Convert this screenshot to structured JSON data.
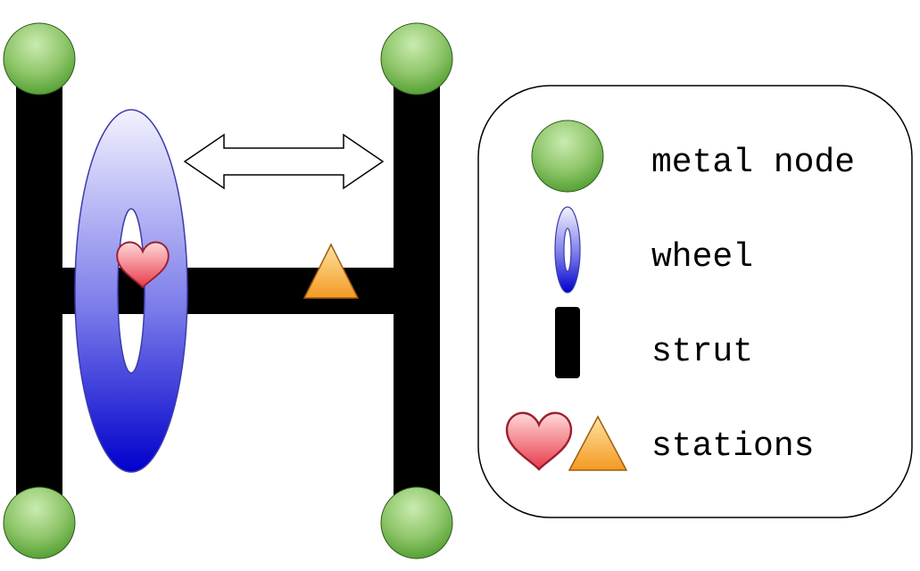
{
  "legend": {
    "items": [
      {
        "icon": "metal-node-icon",
        "label": "metal node"
      },
      {
        "icon": "wheel-icon",
        "label": "wheel"
      },
      {
        "icon": "strut-icon",
        "label": "strut"
      },
      {
        "icon": "stations-icon",
        "label": "stations"
      }
    ]
  },
  "colors": {
    "node_light": "#b5dd9c",
    "node_dark": "#4c9b2d",
    "wheel_light": "#eeeeff",
    "wheel_dark": "#0000cc",
    "strut": "#000000",
    "heart_light": "#ffd5d5",
    "heart_dark": "#e83a4a",
    "triangle_light": "#ffdc8c",
    "triangle_dark": "#f39a22"
  }
}
